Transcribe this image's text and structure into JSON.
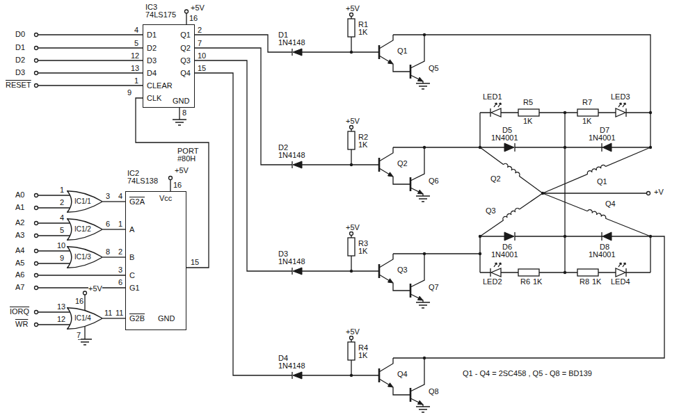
{
  "diagram": {
    "nodes": [
      {
        "text": [
          "IC3",
          "74LS175",
          "D1",
          "D2",
          "D3",
          "D4",
          "CLEAR",
          "CLK",
          "Q1",
          "Q2",
          "Q3",
          "Q4",
          "GND"
        ]
      },
      {
        "text": [
          "IC2",
          "74LS138",
          "G2A",
          "A",
          "B",
          "C",
          "G1",
          "Vcc",
          "G2B",
          "GND"
        ]
      },
      {
        "text": [
          "IC1/1"
        ]
      },
      {
        "text": [
          "IC1/2"
        ]
      },
      {
        "text": [
          "IC1/3"
        ]
      },
      {
        "text": [
          "IC1/4"
        ]
      }
    ],
    "edges": [
      {
        "from": 2,
        "to": 1,
        "arrow": "none"
      },
      {
        "from": 3,
        "to": 1,
        "arrow": "none"
      },
      {
        "from": 4,
        "to": 1,
        "arrow": "none"
      },
      {
        "from": 5,
        "to": 1,
        "arrow": "none"
      },
      {
        "from": 1,
        "to": 0,
        "label": "PORT #80H",
        "arrow": "none"
      }
    ],
    "labels": [
      "D0",
      "D1",
      "D2",
      "D3",
      "RESET",
      "4",
      "5",
      "12",
      "13",
      "1",
      "9",
      "2",
      "7",
      "10",
      "15",
      "+5V",
      "16",
      "8",
      "+5V",
      "16",
      "15",
      "A0",
      "A1",
      "A2",
      "A3",
      "A4",
      "A5",
      "A6",
      "A7",
      "IORQ",
      "WR",
      "1",
      "2",
      "4",
      "5",
      "10",
      "9",
      "13",
      "12",
      "3",
      "6",
      "8",
      "11",
      "4",
      "1",
      "2",
      "3",
      "6",
      "11",
      "16",
      "+5V",
      "7",
      "D1",
      "1N4148",
      "+5V",
      "R1",
      "1K",
      "Q1",
      "Q5",
      "D2",
      "1N4148",
      "+5V",
      "R2",
      "1K",
      "Q2",
      "Q6",
      "D3",
      "1N4148",
      "+5V",
      "R3",
      "1K",
      "Q3",
      "Q7",
      "D4",
      "1N4148",
      "+5V",
      "R4",
      "1K",
      "Q4",
      "Q8",
      "LED1",
      "R5",
      "1K",
      "R7",
      "1K",
      "LED3",
      "D5",
      "1N4001",
      "D7",
      "1N4001",
      "Q2",
      "Q1",
      "Q3",
      "Q4",
      "+V",
      "D6",
      "1N4001",
      "D8",
      "1N4001",
      "LED2",
      "R6",
      "1K",
      "R8",
      "1K",
      "LED4",
      "Q1 - Q4 = 2SC458 , Q5 - Q8 = BD139"
    ]
  }
}
